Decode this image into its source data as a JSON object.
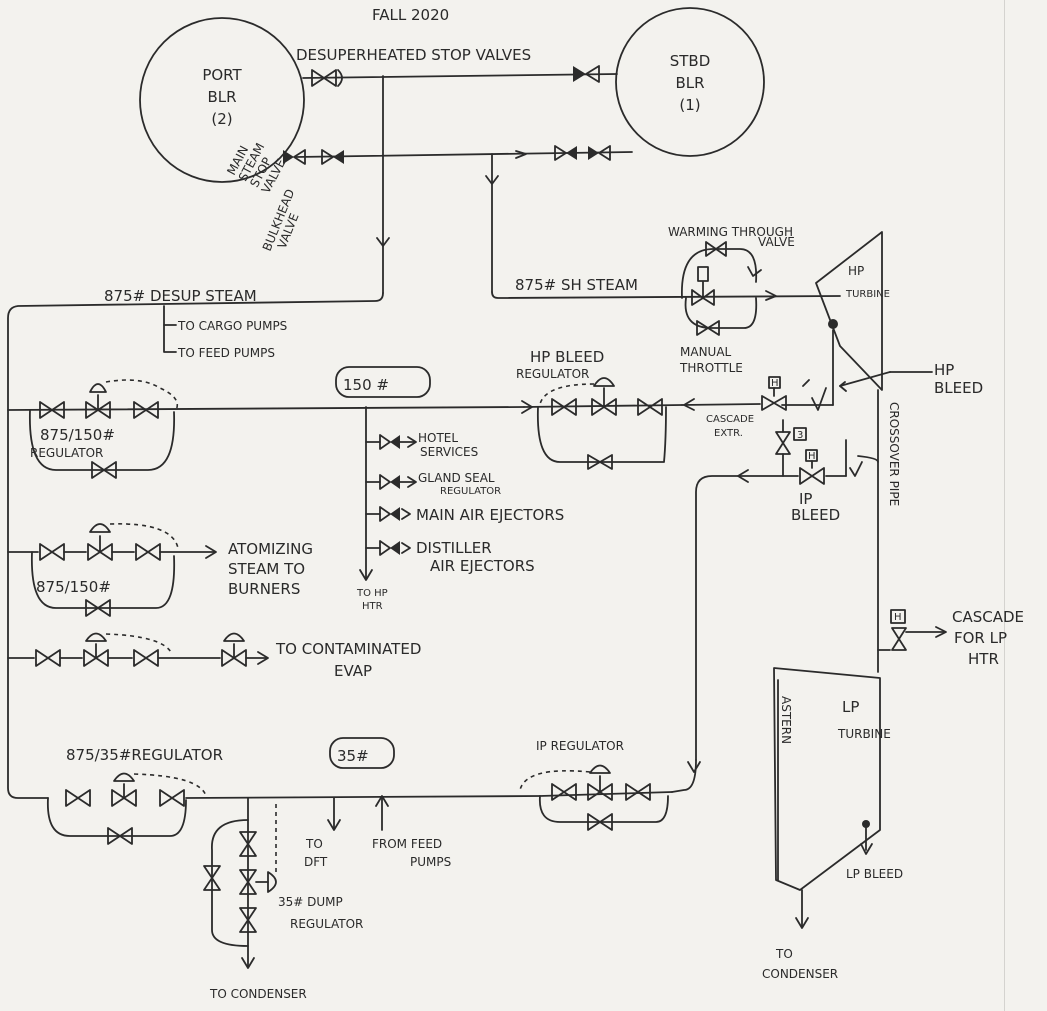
{
  "header": {
    "title_partial": "FALL 2020"
  },
  "boilers": {
    "port": {
      "l1": "PORT",
      "l2": "BLR",
      "l3": "(2)"
    },
    "stbd": {
      "l1": "STBD",
      "l2": "BLR",
      "l3": "(1)"
    }
  },
  "labels": {
    "desup_stop_valves": "DESUPERHEATED STOP VALVES",
    "main_steam_stop_valve": [
      "MAIN",
      "STEAM",
      "STOP",
      "VALVE"
    ],
    "bulkhead_valve": [
      "BULKHEAD",
      "VALVE"
    ],
    "desup_steam": "875# DESUP STEAM",
    "to_cargo_pumps": "TO CARGO PUMPS",
    "to_feed_pumps": "TO FEED PUMPS",
    "sh_steam": "875# SH STEAM",
    "warming_through_valve": [
      "WARMING THROUGH",
      "VALVE"
    ],
    "manual_throttle": [
      "MANUAL",
      "THROTTLE"
    ],
    "hp_turbine": [
      "HP",
      "TURBINE"
    ],
    "hp_bleed": [
      "HP",
      "BLEED"
    ],
    "crossover_pipe": "CROSSOVER PIPE",
    "header_150": "150 #",
    "hp_bleed_regulator": [
      "HP BLEED",
      "REGULATOR"
    ],
    "cascade_extr": [
      "CASCADE",
      "EXTR."
    ],
    "reg_875_150": [
      "875/150#",
      "REGULATOR"
    ],
    "hotel_services": [
      "HOTEL",
      "SERVICES"
    ],
    "gland_seal_regulator": [
      "GLAND SEAL",
      "REGULATOR"
    ],
    "main_air_ejectors": "MAIN AIR EJECTORS",
    "distiller_air_ejectors": [
      "DISTILLER",
      "AIR EJECTORS"
    ],
    "to_hp_htr": [
      "TO HP",
      "HTR"
    ],
    "ip_bleed": [
      "IP",
      "BLEED"
    ],
    "atomizing_steam": [
      "ATOMIZING",
      "STEAM TO",
      "BURNERS"
    ],
    "reg_875_150_b": "875/150#",
    "to_contaminated_evap": [
      "TO CONTAMINATED",
      "EVAP"
    ],
    "cascade_for_lp_htr": [
      "CASCADE",
      "FOR LP",
      "HTR"
    ],
    "lp_turbine": [
      "LP",
      "TURBINE"
    ],
    "astern": "ASTERN",
    "reg_875_35": "875/35#REGULATOR",
    "header_35": "35#",
    "ip_regulator": "IP REGULATOR",
    "to_dft": [
      "TO",
      "DFT"
    ],
    "from_feed_pumps": [
      "FROM FEED",
      "PUMPS"
    ],
    "dump_regulator": [
      "35# DUMP",
      "REGULATOR"
    ],
    "lp_bleed": "LP BLEED",
    "to_condenser_left": "TO CONDENSER",
    "to_condenser_right": [
      "TO",
      "CONDENSER"
    ],
    "tag_h": "H",
    "tag_3": "3"
  }
}
